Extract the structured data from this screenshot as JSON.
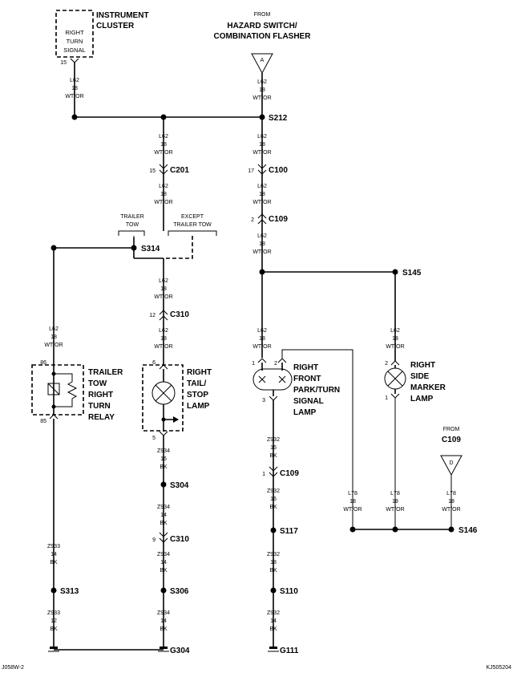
{
  "instrument_cluster": {
    "label1": "INSTRUMENT",
    "label2": "CLUSTER",
    "box1": "RIGHT",
    "box2": "TURN",
    "box3": "SIGNAL",
    "pin": "15"
  },
  "hazard": {
    "from": "FROM",
    "label1": "HAZARD SWITCH/",
    "label2": "COMBINATION FLASHER",
    "connector": "A"
  },
  "wire_l62": {
    "circuit": "L62",
    "gauge": "18",
    "color": "WT/OR"
  },
  "wire_l78": {
    "circuit": "L78",
    "gauge": "18",
    "color": "WT/OR"
  },
  "wire_z932_16": {
    "circuit": "Z932",
    "gauge": "16",
    "color": "BK"
  },
  "wire_z932_18": {
    "circuit": "Z932",
    "gauge": "18",
    "color": "BK"
  },
  "wire_z932_14": {
    "circuit": "Z932",
    "gauge": "14",
    "color": "BK"
  },
  "wire_z934_16": {
    "circuit": "Z934",
    "gauge": "16",
    "color": "BK"
  },
  "wire_z934_14": {
    "circuit": "Z934",
    "gauge": "14",
    "color": "BK"
  },
  "wire_z933_14": {
    "circuit": "Z933",
    "gauge": "14",
    "color": "BK"
  },
  "wire_z933_12": {
    "circuit": "Z933",
    "gauge": "12",
    "color": "BK"
  },
  "splices": {
    "s212": "S212",
    "s314": "S314",
    "s145": "S145",
    "s304": "S304",
    "s306": "S306",
    "s313": "S313",
    "s117": "S117",
    "s110": "S110",
    "s146": "S146"
  },
  "connectors": {
    "c201": "C201",
    "c201_pin": "15",
    "c100": "C100",
    "c100_pin": "17",
    "c109": "C109",
    "c109_pin": "2",
    "c310a": "C310",
    "c310a_pin": "12",
    "c310b": "C310",
    "c310b_pin": "9",
    "c109b": "C109",
    "c109b_pin": "1"
  },
  "grounds": {
    "g304": "G304",
    "g111": "G111"
  },
  "options": {
    "trailer1": "TRAILER",
    "trailer2": "TOW",
    "except1": "EXCEPT",
    "except2": "TRAILER TOW"
  },
  "relay": {
    "l1": "TRAILER",
    "l2": "TOW",
    "l3": "RIGHT",
    "l4": "TURN",
    "l5": "RELAY",
    "pin_top": "86",
    "pin_bot": "85"
  },
  "tail_lamp": {
    "l1": "RIGHT",
    "l2": "TAIL/",
    "l3": "STOP",
    "l4": "LAMP",
    "pin_top": "6",
    "pin_bot": "5"
  },
  "front_lamp": {
    "l1": "RIGHT",
    "l2": "FRONT",
    "l3": "PARK/TURN",
    "l4": "SIGNAL",
    "l5": "LAMP",
    "pin1": "1",
    "pin2": "2",
    "pin3": "3"
  },
  "marker_lamp": {
    "l1": "RIGHT",
    "l2": "SIDE",
    "l3": "MARKER",
    "l4": "LAMP",
    "pin_top": "2",
    "pin_bot": "1"
  },
  "from_c109": {
    "from": "FROM",
    "name": "C109",
    "connector": "D"
  },
  "footer": {
    "left": "J058W-2",
    "right": "KJ505204"
  }
}
